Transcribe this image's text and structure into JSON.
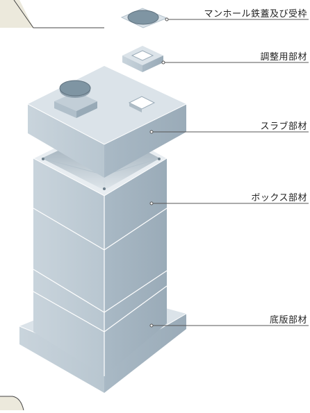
{
  "diagram": {
    "labels": {
      "manhole_cover": "マンホール鉄蓋及び受枠",
      "adjustment": "調整用部材",
      "slab": "スラブ部材",
      "box": "ボックス部材",
      "base": "底版部材"
    },
    "colors": {
      "concrete_light": "#dbe3e9",
      "concrete_mid": "#c2ced7",
      "concrete_dark": "#9aabb8",
      "edge": "#ffffff",
      "leader": "#555555",
      "accent_beige": "#ece9dc",
      "cover": "#7f95a3"
    }
  }
}
